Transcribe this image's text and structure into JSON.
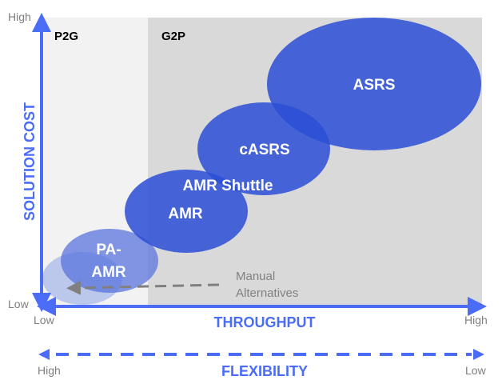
{
  "colors": {
    "axis": "#4a6cf7",
    "p2g_region": "#f2f2f2",
    "g2p_region": "#d9d9d9",
    "bubble": "#3355d1",
    "bubble_light": "#6680dd",
    "bubble_faint": "#aab8ea",
    "arrow_gray": "#808080"
  },
  "regions": {
    "p2g": "P2G",
    "g2p": "G2P"
  },
  "y_axis": {
    "title": "SOLUTION COST",
    "high": "High",
    "low": "Low"
  },
  "x_axis": {
    "title": "THROUGHPUT",
    "low": "Low",
    "high": "High"
  },
  "flexibility_axis": {
    "title": "FLEXIBILITY",
    "left": "High",
    "right": "Low"
  },
  "bubbles": {
    "asrs": "ASRS",
    "casrs": "cASRS",
    "amr_shuttle": "AMR Shuttle",
    "amr": "AMR",
    "pa_amr_line1": "PA-",
    "pa_amr_line2": "AMR"
  },
  "manual": {
    "line1": "Manual",
    "line2": "Alternatives"
  }
}
